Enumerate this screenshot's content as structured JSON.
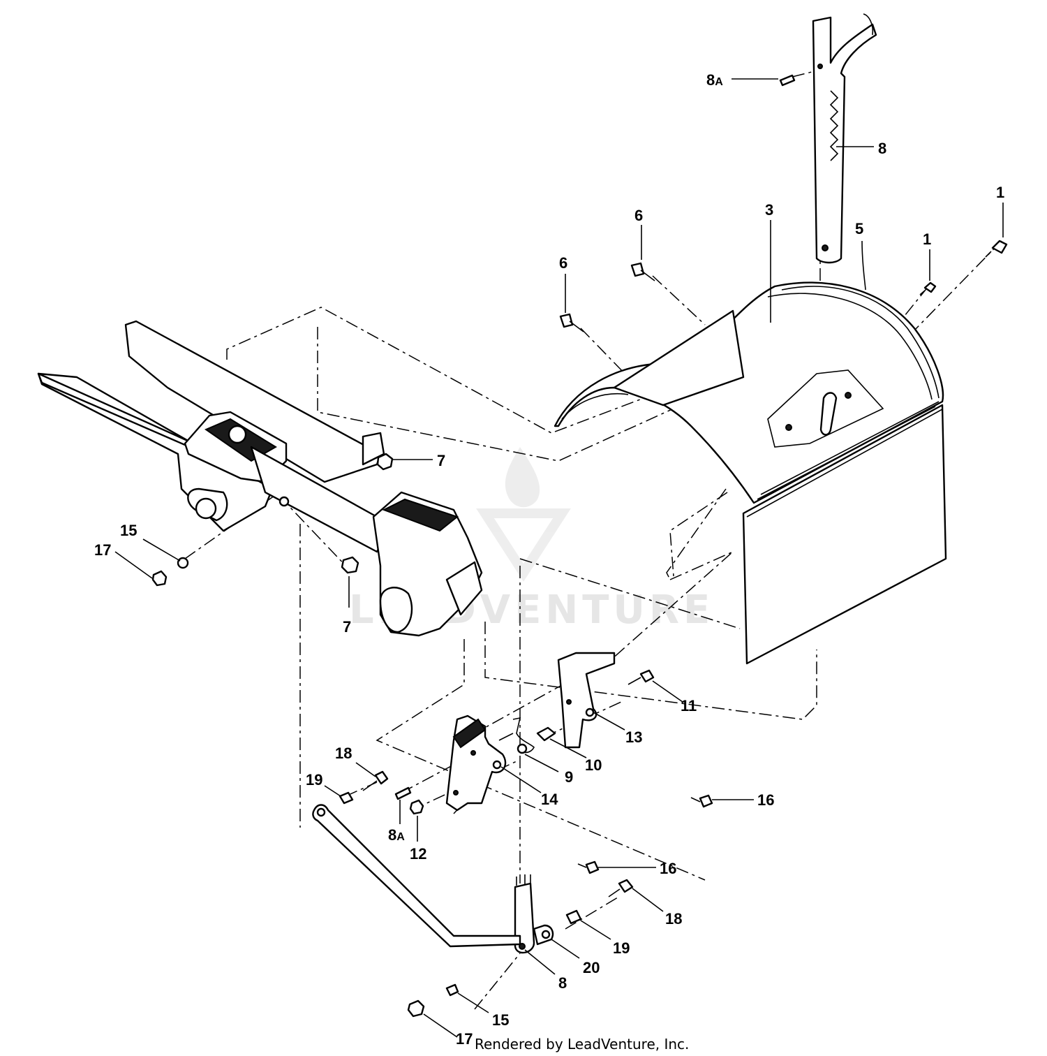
{
  "watermark": "LEADVENTURE",
  "credit": "Rendered by LeadVenture, Inc.",
  "callouts": {
    "c1a": "1",
    "c1b": "1",
    "c3": "3",
    "c5": "5",
    "c6a": "6",
    "c6b": "6",
    "c7a": "7",
    "c7b": "7",
    "c8a_top": "8",
    "c8a_top_sub": "A",
    "c8_top": "8",
    "c8a_bottom": "8",
    "c8a_bottom_sub": "A",
    "c8_bottom": "8",
    "c9": "9",
    "c10": "10",
    "c11": "11",
    "c12": "12",
    "c13": "13",
    "c14": "14",
    "c15a": "15",
    "c15b": "15",
    "c16a": "16",
    "c16b": "16",
    "c17a": "17",
    "c17b": "17",
    "c18a": "18",
    "c18b": "18",
    "c19a": "19",
    "c19b": "19",
    "c20": "20"
  }
}
